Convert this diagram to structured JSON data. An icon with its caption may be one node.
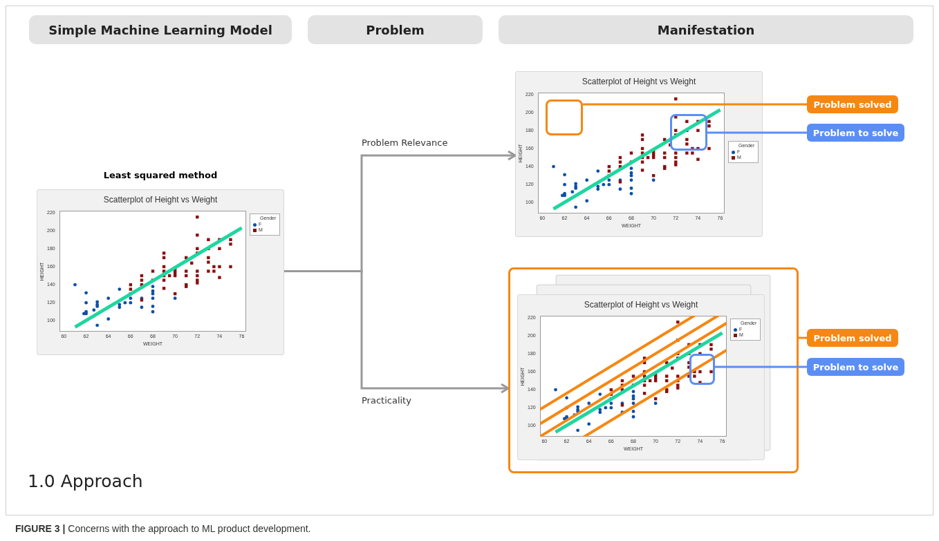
{
  "diagram": {
    "caption": "**FIGURE 3 |** Concerns with the approach to ML product development.",
    "nodes": [
      {
        "text": [
          "Simple Machine Learning Model"
        ]
      },
      {
        "text": [
          "Problem"
        ]
      },
      {
        "text": [
          "Manifestation"
        ]
      },
      {
        "text": [
          "Least squared method",
          "Scatterplot of Height vs Weight",
          "Gender",
          "F",
          "M",
          "HEIGHT",
          "WEIGHT",
          "220",
          "200",
          "180",
          "160",
          "140",
          "120",
          "100",
          "60",
          "62",
          "64",
          "66",
          "68",
          "70",
          "72",
          "74",
          "76"
        ]
      },
      {
        "text": [
          "Scatterplot of Height vs Weight",
          "Gender",
          "F",
          "M",
          "HEIGHT",
          "WEIGHT",
          "220",
          "200",
          "180",
          "160",
          "140",
          "120",
          "100",
          "60",
          "62",
          "64",
          "66",
          "68",
          "70",
          "72",
          "74",
          "76"
        ]
      },
      {
        "text": [],
        "shape": "box"
      },
      {
        "text": [
          "Scatterplot of Height vs Weight",
          "Gender",
          "F",
          "M",
          "HEIGHT",
          "WEIGHT",
          "220",
          "200",
          "180",
          "160",
          "140",
          "120",
          "100",
          "60",
          "62",
          "64",
          "66",
          "68",
          "70",
          "72",
          "74",
          "76"
        ],
        "in": 5
      },
      {
        "text": [
          "Problem solved"
        ]
      },
      {
        "text": [
          "Problem to solve"
        ]
      },
      {
        "text": [
          "Problem solved"
        ]
      },
      {
        "text": [
          "Problem to solve"
        ]
      },
      {
        "text": [],
        "shape": "box",
        "in": 4
      },
      {
        "text": [],
        "shape": "box",
        "in": 4
      },
      {
        "text": [],
        "shape": "box",
        "in": 6
      }
    ],
    "edges": [
      {
        "from": 3,
        "to": 4,
        "arrow": "to",
        "label": "Problem Relevance"
      },
      {
        "from": 3,
        "to": 5,
        "arrow": "to",
        "label": "Practicality"
      },
      {
        "from": 7,
        "to": 11,
        "arrow": "none",
        "color": "#f68712"
      },
      {
        "from": 8,
        "to": 12,
        "arrow": "none",
        "color": "#5b8ef5"
      },
      {
        "from": 9,
        "to": 5,
        "arrow": "none",
        "color": "#f68712"
      },
      {
        "from": 10,
        "to": 13,
        "arrow": "none",
        "color": "#5b8ef5"
      }
    ],
    "labels": [
      "1.0 Approach"
    ]
  }
}
